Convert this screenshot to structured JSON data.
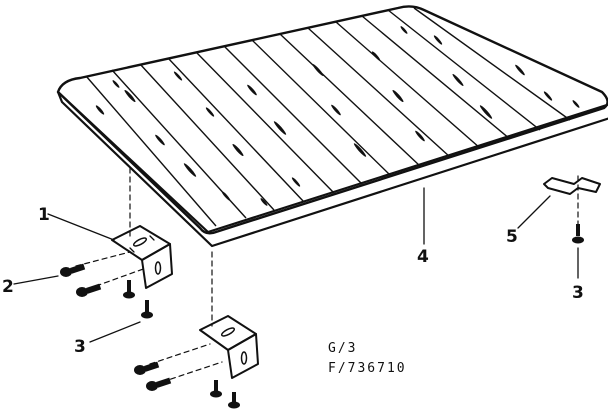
{
  "figure": {
    "callouts": {
      "c1": "1",
      "c2": "2",
      "c3a": "3",
      "c3b": "3",
      "c4": "4",
      "c5": "5"
    },
    "codes": {
      "line1": "G/3",
      "line2": "F/736710"
    }
  }
}
